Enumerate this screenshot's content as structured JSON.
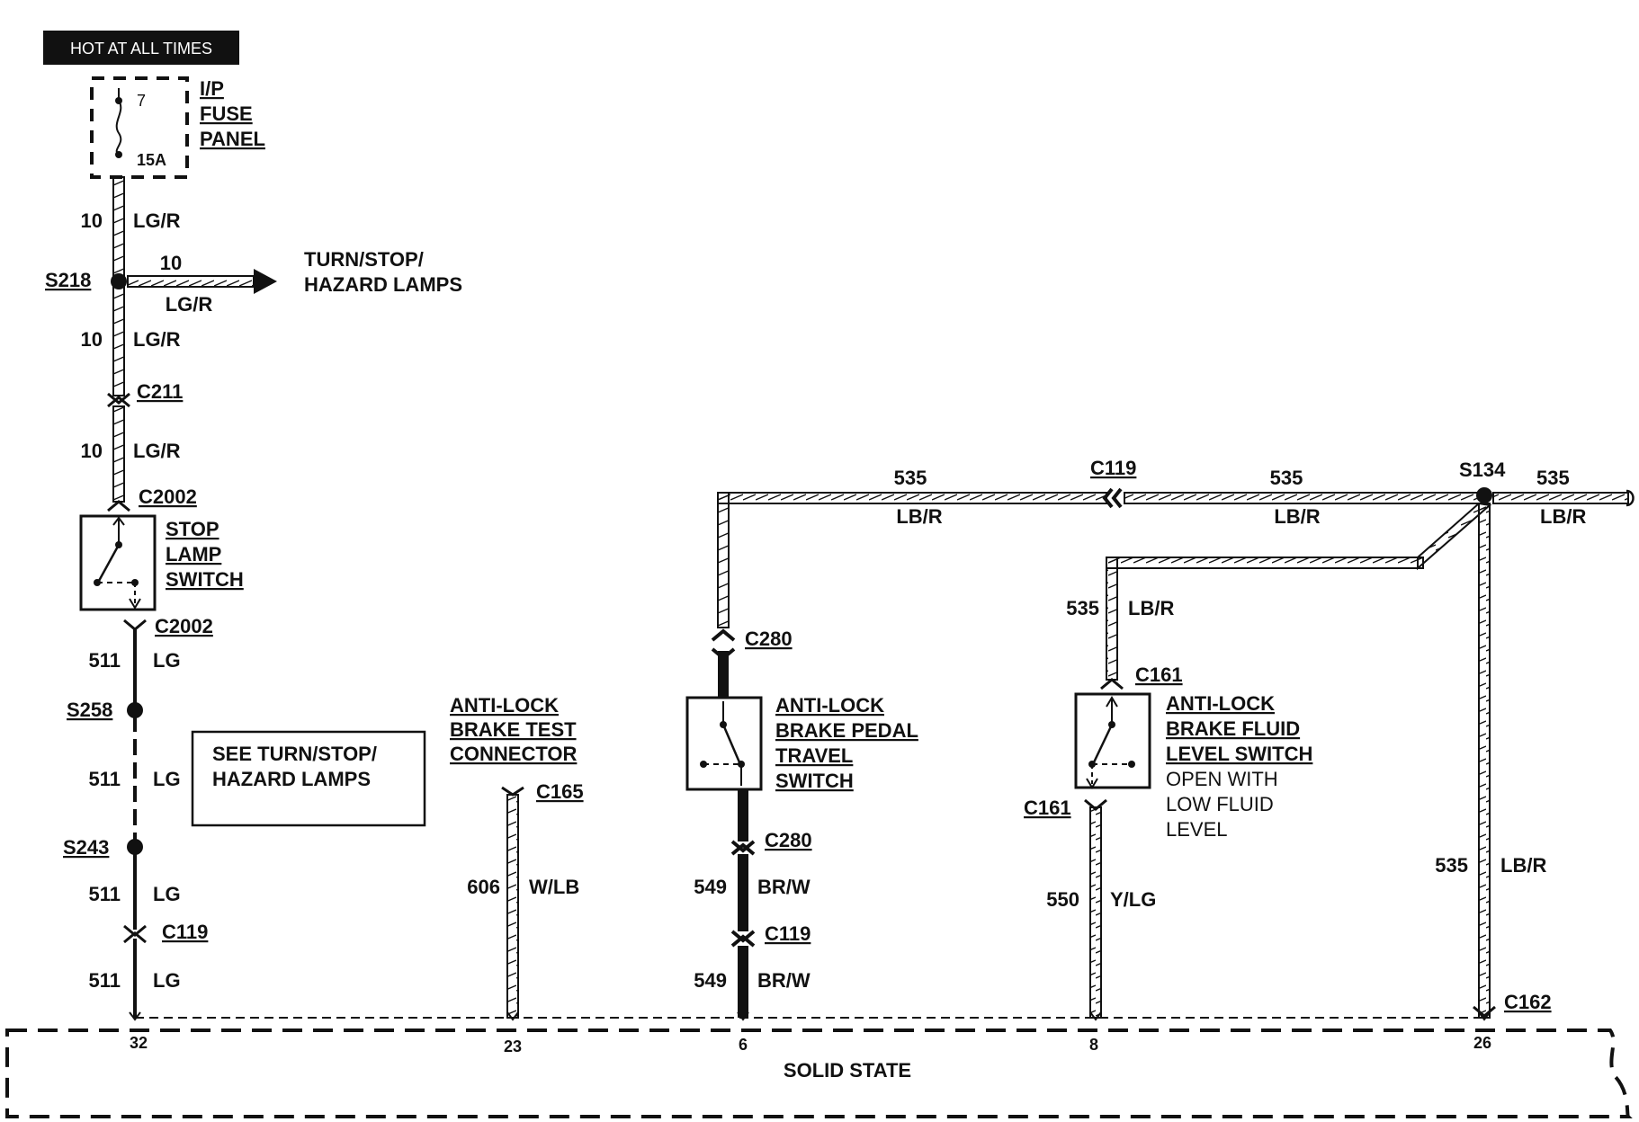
{
  "hot_label": "HOT AT ALL TIMES",
  "fuse_panel": {
    "fuse_number": "7",
    "fuse_rating": "15A",
    "name_lines": [
      "I/P",
      "FUSE",
      "PANEL"
    ]
  },
  "wires": {
    "feed_top": {
      "circuit": "10",
      "color": "LG/R"
    },
    "s218_branch": {
      "circuit": "10",
      "color": "LG/R"
    },
    "feed_mid": {
      "circuit": "10",
      "color": "LG/R"
    },
    "feed_low": {
      "circuit": "10",
      "color": "LG/R"
    },
    "w511_a": {
      "circuit": "511",
      "color": "LG"
    },
    "w511_b": {
      "circuit": "511",
      "color": "LG"
    },
    "w511_c": {
      "circuit": "511",
      "color": "LG"
    },
    "w511_d": {
      "circuit": "511",
      "color": "LG"
    },
    "w606": {
      "circuit": "606",
      "color": "W/LB"
    },
    "w549_a": {
      "circuit": "549",
      "color": "BR/W"
    },
    "w549_b": {
      "circuit": "549",
      "color": "BR/W"
    },
    "w550": {
      "circuit": "550",
      "color": "Y/LG"
    },
    "w535_top_left": {
      "circuit": "535",
      "color": "LB/R"
    },
    "w535_top_mid": {
      "circuit": "535",
      "color": "LB/R"
    },
    "w535_top_right": {
      "circuit": "535",
      "color": "LB/R"
    },
    "w535_fluid": {
      "circuit": "535",
      "color": "LB/R"
    },
    "w535_vertical": {
      "circuit": "535",
      "color": "LB/R"
    }
  },
  "splices": {
    "s218": "S218",
    "s258": "S258",
    "s243": "S243",
    "s134": "S134"
  },
  "connectors": {
    "c211": "C211",
    "c2002_top": "C2002",
    "c2002_bottom": "C2002",
    "c119_left": "C119",
    "c165": "C165",
    "c280_top": "C280",
    "c280_bottom": "C280",
    "c119_mid": "C119",
    "c119_top": "C119",
    "c161_top": "C161",
    "c161_bottom": "C161",
    "c162": "C162"
  },
  "turn_stop_target": [
    "TURN/STOP/",
    "HAZARD LAMPS"
  ],
  "stop_lamp_switch": [
    "STOP",
    "LAMP",
    "SWITCH"
  ],
  "see_box": [
    "SEE TURN/STOP/",
    "HAZARD LAMPS"
  ],
  "test_connector": [
    "ANTI-LOCK",
    "BRAKE TEST",
    "CONNECTOR"
  ],
  "pedal_switch": [
    "ANTI-LOCK",
    "BRAKE PEDAL",
    "TRAVEL",
    "SWITCH"
  ],
  "fluid_switch": [
    "ANTI-LOCK",
    "BRAKE FLUID",
    "LEVEL SWITCH"
  ],
  "fluid_note": [
    "OPEN WITH",
    "LOW FLUID",
    "LEVEL"
  ],
  "module": {
    "name": "SOLID STATE",
    "pins": [
      "32",
      "23",
      "6",
      "8",
      "26"
    ]
  }
}
